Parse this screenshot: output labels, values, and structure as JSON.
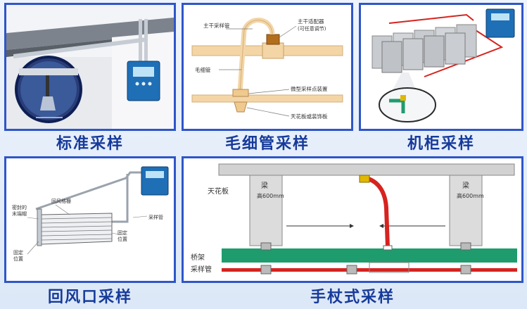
{
  "captions": {
    "standard": "标准采样",
    "capillary": "毛细管采样",
    "cabinet": "机柜采样",
    "return_air": "回风口采样",
    "wand": "手杖式采样"
  },
  "capillary_panel": {
    "main_pipe": "主干采样管",
    "adapter": "主干适配器",
    "adapter_note": "(可任意调节)",
    "capillary": "毛细管",
    "micro_point": "微型采样点装置",
    "ceiling": "天花板或装饰板"
  },
  "return_air_panel": {
    "grille": "回风格栅",
    "seal_line1": "密封的",
    "seal_line2": "末端帽",
    "fixed_left_line1": "固定",
    "fixed_left_line2": "位置",
    "fixed_right_line1": "固定",
    "fixed_right_line2": "位置",
    "sampling_pipe": "采样管"
  },
  "wand_panel": {
    "ceiling": "天花板",
    "beam_left": "梁",
    "beam_left_height": "高600mm",
    "beam_right": "梁",
    "beam_right_height": "高600mm",
    "tray": "桥架",
    "sampling_pipe": "采样管"
  },
  "colors": {
    "border": "#2f56c8",
    "caption": "#163a9a",
    "pipe_red": "#d6231f",
    "tray_green": "#1f9c6e",
    "capillary_tan": "#f3d5a6"
  }
}
